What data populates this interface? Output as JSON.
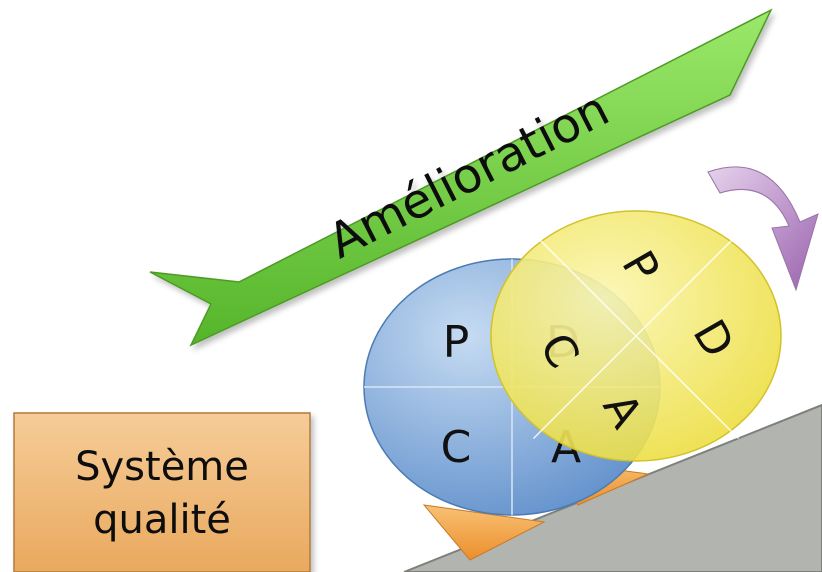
{
  "banner": {
    "label": "Amélioration",
    "color": "#76d23c"
  },
  "slope": {
    "color": "#b2b4b0"
  },
  "quality_box": {
    "line1": "Système",
    "line2": "qualité",
    "color": "#f0b56e"
  },
  "wedges": {
    "color": "#f6a23e"
  },
  "cycle_arrow": {
    "color": "#ad7fbc",
    "icon": "curved-arrow-icon"
  },
  "circle_back": {
    "color": "#7aa4d8",
    "quadrants": {
      "p": "P",
      "d": "D",
      "c": "C",
      "a": "A"
    }
  },
  "circle_front": {
    "color": "#f1e64c",
    "quadrants": {
      "p": "P",
      "d": "D",
      "c": "C",
      "a": "A"
    }
  }
}
